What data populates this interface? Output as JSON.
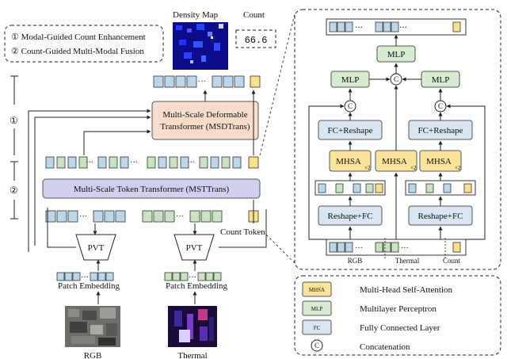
{
  "legend_top": {
    "item1": "① Modal-Guided Count Enhancement",
    "item2": "② Count-Guided Multi-Modal Fusion"
  },
  "outputs": {
    "density_map_label": "Density Map",
    "count_label": "Count",
    "count_value": "66.6"
  },
  "main": {
    "msdtrans_line1": "Multi-Scale Deformable",
    "msdtrans_line2": "Transformer (MSDTrans)",
    "msttrans": "Multi-Scale Token Transformer (MSTTrans)",
    "count_token": "Count Token",
    "stage1": "①",
    "stage2": "②",
    "pvt_rgb": "PVT",
    "pvt_thermal": "PVT",
    "patch_rgb": "Patch Embedding",
    "patch_thermal": "Patch Embedding",
    "rgb_label": "RGB",
    "thermal_label": "Thermal",
    "dots": "···"
  },
  "detail": {
    "mlp_top": "MLP",
    "mlp_left": "MLP",
    "mlp_right": "MLP",
    "concat": "C",
    "fc_reshape_left": "FC+Reshape",
    "fc_reshape_right": "FC+Reshape",
    "mhsa": "MHSA",
    "x2": "×2",
    "reshape_fc_left": "Reshape+FC",
    "reshape_fc_right": "Reshape+FC",
    "seg_rgb": "RGB",
    "seg_thermal": "Thermal",
    "seg_count": "Count"
  },
  "legend_bottom": {
    "mhsa_key": "MHSA",
    "mhsa_desc": "Multi-Head Self-Attention",
    "mlp_key": "MLP",
    "mlp_desc": "Multilayer Perceptron",
    "fc_key": "FC",
    "fc_desc": "Fully Connected Layer",
    "c_key": "C",
    "c_desc": "Concatenation"
  },
  "colors": {
    "token_blue": "#bcd7ea",
    "token_green": "#c7e3c2",
    "token_yellow": "#fbe08a",
    "msd_fill": "#f9dccb",
    "mst_fill": "#cfcfee",
    "mlp_fill": "#d5ecd0",
    "fc_fill": "#d7e6f2",
    "mhsa_fill": "#fbe39a"
  }
}
